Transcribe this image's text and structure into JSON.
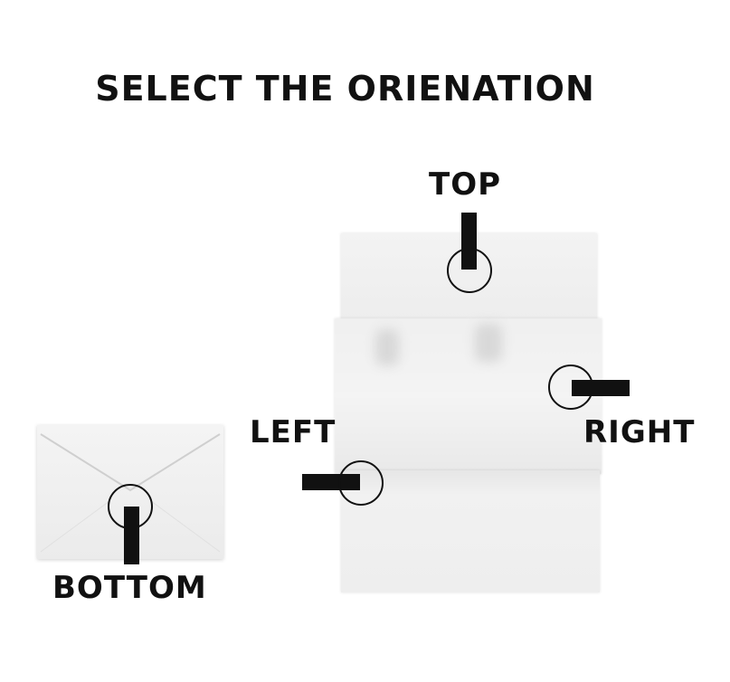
{
  "title": "SELECT THE ORIENATION",
  "options": {
    "top": "TOP",
    "left": "LEFT",
    "right": "RIGHT",
    "bottom": "BOTTOM"
  }
}
